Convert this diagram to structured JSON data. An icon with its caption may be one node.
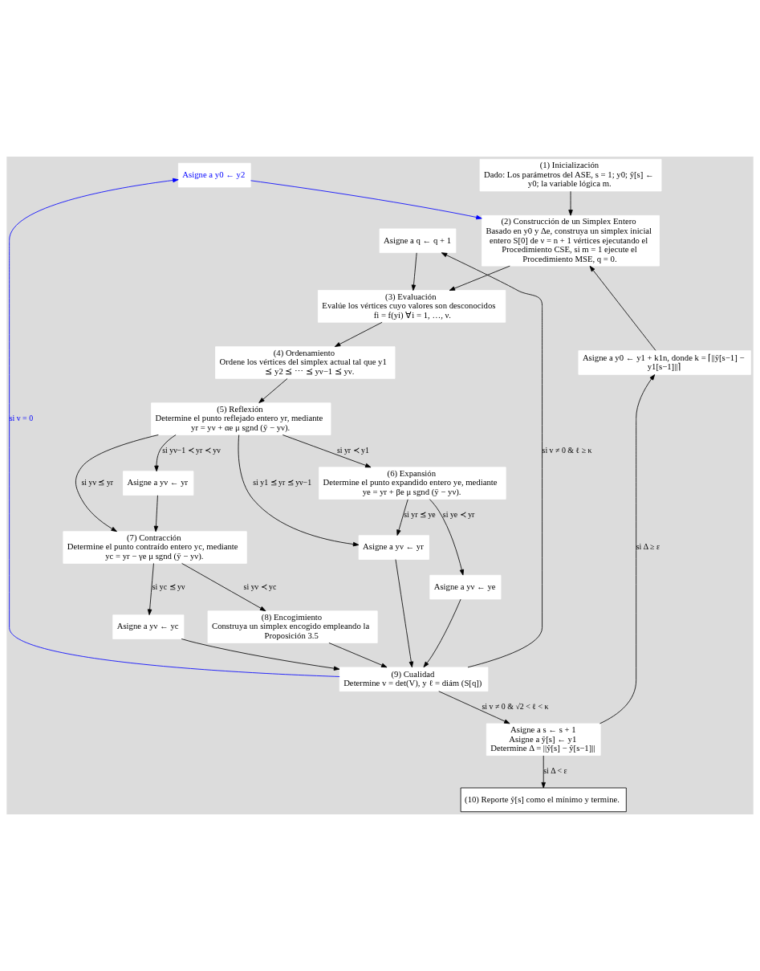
{
  "diagram": {
    "nodes": [
      {
        "text": [
          "(1) Inicialización",
          "Dado: Los parámetros del ASE, s = 1; y0; ŷ[s] ← y0; la variable lógica m."
        ]
      },
      {
        "text": [
          "Asigne a y0 ← y2"
        ]
      },
      {
        "text": [
          "(2) Construcción de un Simplex Entero",
          "Basado en y0 y Δe, construya un simplex inicial entero S[0] de ν = n + 1 vértices ejecutando el Procedimiento CSE, si m = 1 ejecute el Procedimiento MSE, q = 0."
        ]
      },
      {
        "text": [
          "Asigne a q ← q + 1"
        ]
      },
      {
        "text": [
          "(3) Evaluación",
          "Evalúe los vértices cuyo valores son desconocidos fi = f(yi) ∀i = 1, …, ν."
        ]
      },
      {
        "text": [
          "(4) Ordenamiento",
          "Ordene los vértices del simplex actual tal que y1 ⪯ y2 ⪯ ⋯ ⪯ yν−1 ⪯ yν."
        ]
      },
      {
        "text": [
          "Asigne a y0 ← y1 + k1n, donde k = ⌈||ȳ[s−1] − y1[s−1]||⌉"
        ]
      },
      {
        "text": [
          "(5) Reflexión",
          "Determine el punto reflejado entero yr, mediante yr = yν + αe μ sgnd (ȳ − yν)."
        ]
      },
      {
        "text": [
          "(6) Expansión",
          "Determine el punto expandido entero ye, mediante ye = yr + βe μ sgnd (ȳ − yν)."
        ]
      },
      {
        "text": [
          "Asigne a yν ← yr"
        ]
      },
      {
        "text": [
          "Asigne a yν ← ye"
        ]
      },
      {
        "text": [
          "Asigne a yν ← yr"
        ]
      },
      {
        "text": [
          "(7) Contracción",
          "Determine el punto contraído entero yc, mediante yc = yr − γe μ sgnd (ȳ − yν)."
        ]
      },
      {
        "text": [
          "(9) Cualidad",
          "Determine v = det(V), y ℓ = diám (S[q])"
        ]
      },
      {
        "text": [
          "(8) Encogimiento",
          "Construya un simplex encogido empleando la Proposición 3.5"
        ]
      },
      {
        "text": [
          "Asigne a yν ← yc"
        ]
      },
      {
        "text": [
          "Asigne a s ← s + 1",
          "Asigne a ŷ[s] ← y1",
          "Determine Δ = ||ŷ[s] − ŷ[s−1]||"
        ]
      },
      {
        "text": [
          "(10) Reporte ŷ[s] como el mínimo y termine."
        ]
      }
    ],
    "edges": [
      {
        "from": 0,
        "to": 2,
        "arrow": "to"
      },
      {
        "from": 1,
        "to": 2,
        "arrow": "to",
        "color": "#0000ff"
      },
      {
        "from": 6,
        "to": 2,
        "arrow": "to"
      },
      {
        "from": 2,
        "to": 4,
        "arrow": "to"
      },
      {
        "from": 3,
        "to": 4,
        "arrow": "to"
      },
      {
        "from": 4,
        "to": 5,
        "arrow": "to"
      },
      {
        "from": 5,
        "to": 7,
        "arrow": "to"
      },
      {
        "from": 7,
        "to": 8,
        "arrow": "to",
        "label": "si yr ≺ y1"
      },
      {
        "from": 7,
        "to": 11,
        "arrow": "to",
        "label": "si y1 ⪯ yr ⪯ yν−1"
      },
      {
        "from": 7,
        "to": 9,
        "arrow": "to",
        "label": "si yν−1 ≺ yr ≺ yν"
      },
      {
        "from": 7,
        "to": 12,
        "arrow": "to",
        "label": "si yν ⪯ yr"
      },
      {
        "from": 8,
        "to": 10,
        "arrow": "to",
        "label": "si ye ≺ yr"
      },
      {
        "from": 8,
        "to": 11,
        "arrow": "to",
        "label": "si yr ⪯ ye"
      },
      {
        "from": 9,
        "to": 12,
        "arrow": "to"
      },
      {
        "from": 10,
        "to": 13,
        "arrow": "to"
      },
      {
        "from": 11,
        "to": 13,
        "arrow": "to"
      },
      {
        "from": 12,
        "to": 14,
        "arrow": "to",
        "label": "si yν ≺ yc"
      },
      {
        "from": 12,
        "to": 15,
        "arrow": "to",
        "label": "si yc ⪯ yν"
      },
      {
        "from": 14,
        "to": 13,
        "arrow": "to"
      },
      {
        "from": 15,
        "to": 13,
        "arrow": "to"
      },
      {
        "from": 13,
        "to": 3,
        "arrow": "to",
        "label": "si v ≠ 0 & ℓ ≥ κ"
      },
      {
        "from": 13,
        "to": 1,
        "arrow": "to",
        "label": "si v = 0",
        "color": "#0000ff"
      },
      {
        "from": 13,
        "to": 16,
        "arrow": "to",
        "label": "si v ≠ 0 & √2 < ℓ < κ"
      },
      {
        "from": 16,
        "to": 6,
        "arrow": "to",
        "label": "si Δ ≥ ε"
      },
      {
        "from": 16,
        "to": 17,
        "arrow": "to",
        "label": "si Δ < ε"
      }
    ]
  }
}
